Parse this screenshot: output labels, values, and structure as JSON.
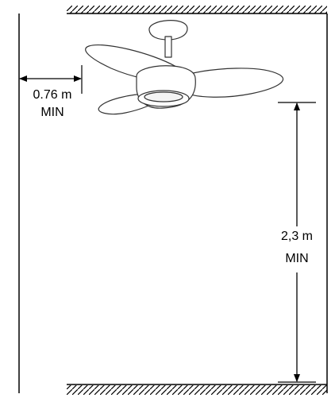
{
  "clearances": {
    "side": {
      "value_label": "0.76 m",
      "qualifier": "MIN"
    },
    "floor": {
      "value_label": "2,3 m",
      "qualifier": "MIN"
    }
  },
  "colors": {
    "line": "#000000",
    "fan_outline": "#333333",
    "background": "#ffffff"
  },
  "icons": {
    "fan": "ceiling-fan-icon",
    "ceiling": "hatched-ceiling",
    "floor": "hatched-floor"
  }
}
